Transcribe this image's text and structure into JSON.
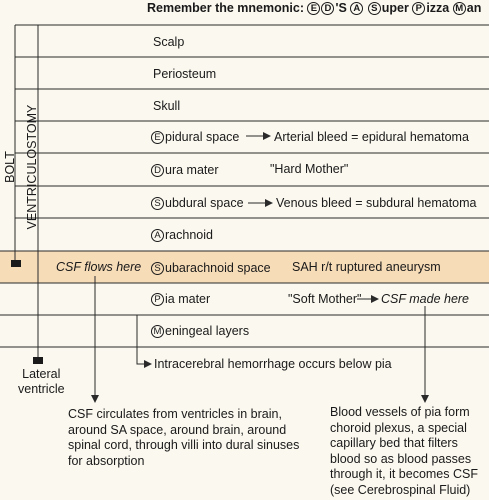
{
  "mnemonic": {
    "prefix": "Remember the mnemonic:",
    "word1_letters": [
      "E",
      "D"
    ],
    "word1_rest": "'S",
    "word2_letter": "A",
    "word3_letter": "S",
    "word3_rest": "uper",
    "word4_letter": "P",
    "word4_rest": "izza",
    "word5_letter": "M",
    "word5_rest": "an"
  },
  "devices": {
    "bolt": "BOLT",
    "ventriculostomy": "VENTRICULOSTOMY",
    "lateral_ventricle": "Lateral\nventricle"
  },
  "layers": [
    {
      "label": "Scalp"
    },
    {
      "label": "Periosteum"
    },
    {
      "label": "Skull"
    },
    {
      "letter": "E",
      "rest": "pidural space",
      "note": "Arterial bleed = epidural hematoma"
    },
    {
      "letter": "D",
      "rest": "ura mater",
      "note": "\"Hard Mother\""
    },
    {
      "letter": "S",
      "rest": "ubdural space",
      "note": "Venous bleed = subdural hematoma"
    },
    {
      "letter": "A",
      "rest": "rachnoid"
    },
    {
      "letter": "S",
      "rest": "ubarachnoid space",
      "note": "SAH r/t ruptured aneurysm",
      "left_note": "CSF flows here"
    },
    {
      "letter": "P",
      "rest": "ia mater",
      "note": "\"Soft Mother\"",
      "note2": "CSF made here"
    },
    {
      "letter": "M",
      "rest": "eningeal layers"
    }
  ],
  "hemorrhage_note": "Intracerebral hemorrhage occurs below pia",
  "csf_circulation": "CSF circulates from ventricles in brain, around SA space, around brain, around spinal cord, through villi into dural sinuses for absorption",
  "choroid_plexus": "Blood vessels of pia form choroid plexus, a special capillary bed that filters blood so as blood passes through it, it becomes CSF (see Cerebrospinal Fluid)",
  "colors": {
    "subarachnoid_band": "#f7dcb8",
    "line": "#2a2a2a",
    "background": "#fbf8ef"
  }
}
